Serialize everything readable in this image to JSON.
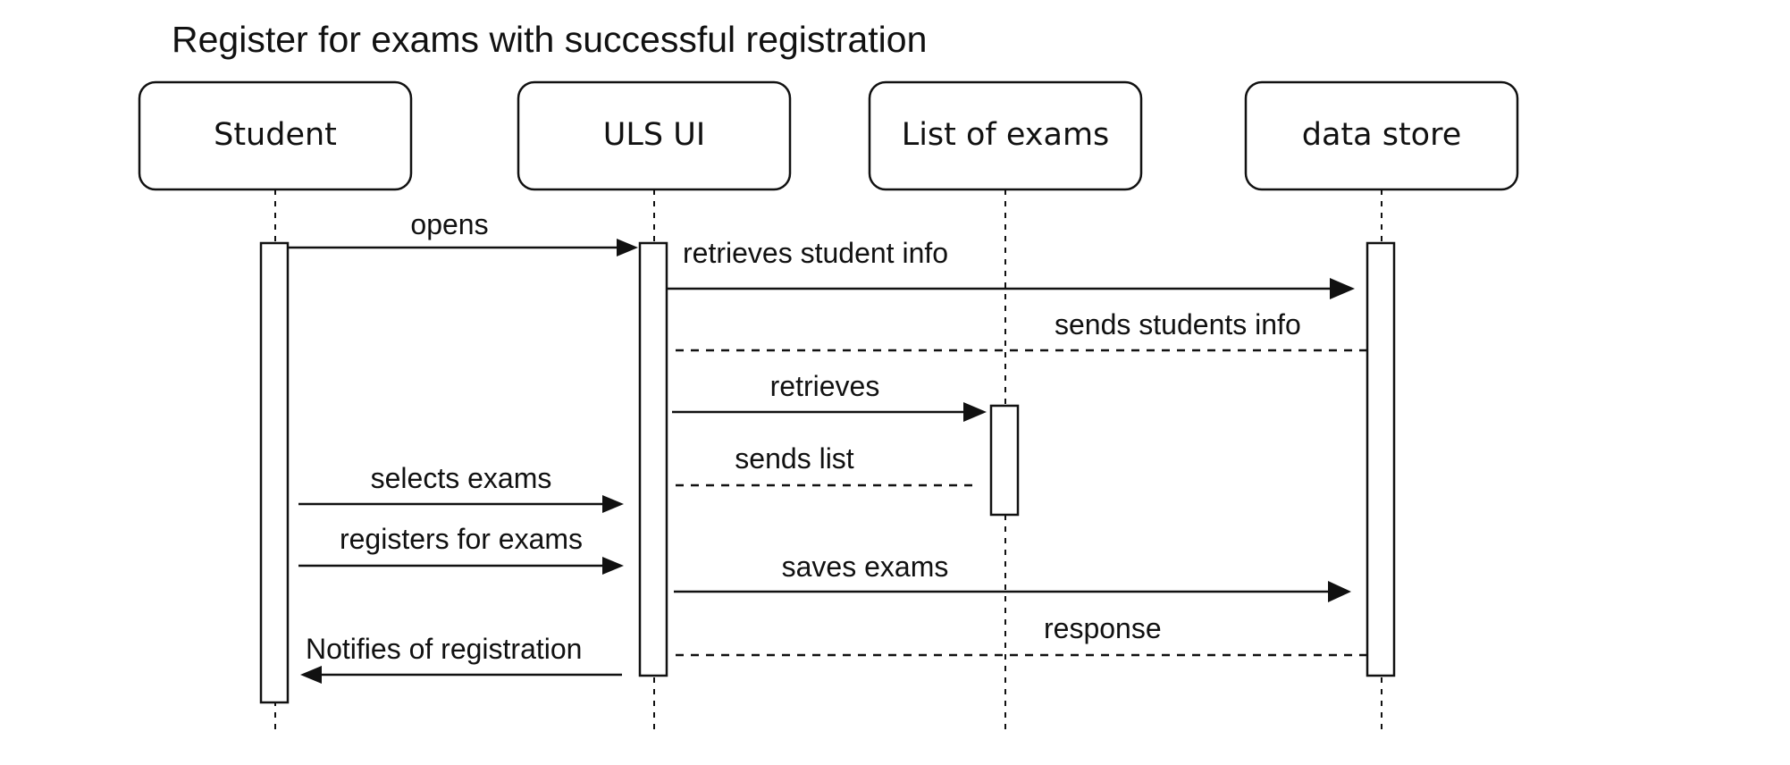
{
  "title": "Register for exams with successful registration",
  "participants": [
    {
      "id": "student",
      "label": "Student"
    },
    {
      "id": "uls_ui",
      "label": "ULS UI"
    },
    {
      "id": "list_of_exams",
      "label": "List of exams"
    },
    {
      "id": "data_store",
      "label": "data store"
    }
  ],
  "messages": [
    {
      "from": "student",
      "to": "uls_ui",
      "label": "opens",
      "style": "solid"
    },
    {
      "from": "uls_ui",
      "to": "data_store",
      "label": "retrieves student info",
      "style": "solid"
    },
    {
      "from": "data_store",
      "to": "uls_ui",
      "label": "sends students info",
      "style": "dashed"
    },
    {
      "from": "uls_ui",
      "to": "list_of_exams",
      "label": "retrieves",
      "style": "solid"
    },
    {
      "from": "list_of_exams",
      "to": "uls_ui",
      "label": "sends list",
      "style": "dashed"
    },
    {
      "from": "student",
      "to": "uls_ui",
      "label": "selects exams",
      "style": "solid"
    },
    {
      "from": "student",
      "to": "uls_ui",
      "label": "registers for exams",
      "style": "solid"
    },
    {
      "from": "uls_ui",
      "to": "data_store",
      "label": "saves exams",
      "style": "solid"
    },
    {
      "from": "data_store",
      "to": "uls_ui",
      "label": "response",
      "style": "dashed"
    },
    {
      "from": "uls_ui",
      "to": "student",
      "label": "Notifies of registration",
      "style": "solid"
    }
  ]
}
